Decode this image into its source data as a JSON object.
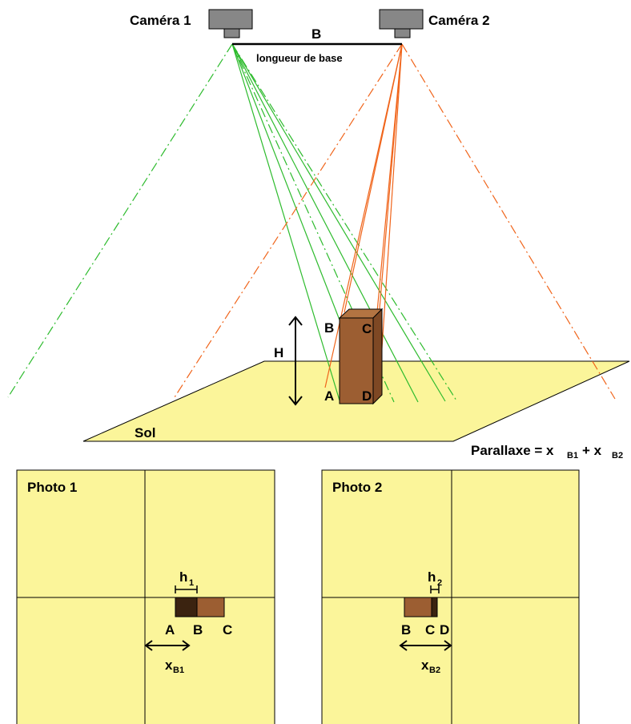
{
  "cameras": {
    "cam1_label": "Caméra 1",
    "cam2_label": "Caméra 2",
    "baseline_letter": "B",
    "baseline_label": "longueur de base"
  },
  "scene": {
    "height_label": "H",
    "ground_label": "Sol",
    "corner_a": "A",
    "corner_b": "B",
    "corner_c": "C",
    "corner_d": "D",
    "parallax_prefix": "Parallaxe = x",
    "parallax_sub1": "B1",
    "parallax_mid": "+ x",
    "parallax_sub2": "B2"
  },
  "photo1": {
    "title": "Photo 1",
    "h_main": "h",
    "h_sub": "1",
    "pt_a": "A",
    "pt_b": "B",
    "pt_c": "C",
    "x_main": "x",
    "x_sub": "B1"
  },
  "photo2": {
    "title": "Photo 2",
    "h_main": "h",
    "h_sub": "2",
    "pt_b": "B",
    "pt_c": "C",
    "pt_d": "D",
    "x_main": "x",
    "x_sub": "B2"
  },
  "colors": {
    "ground": "#fbf59a",
    "box_front": "#9c5e32",
    "box_side": "#7e4824",
    "box_top": "#b37442",
    "box_dark": "#3b2310",
    "camera": "#878787",
    "ray_green": "#2dbb2d",
    "ray_orange": "#f0641a"
  }
}
